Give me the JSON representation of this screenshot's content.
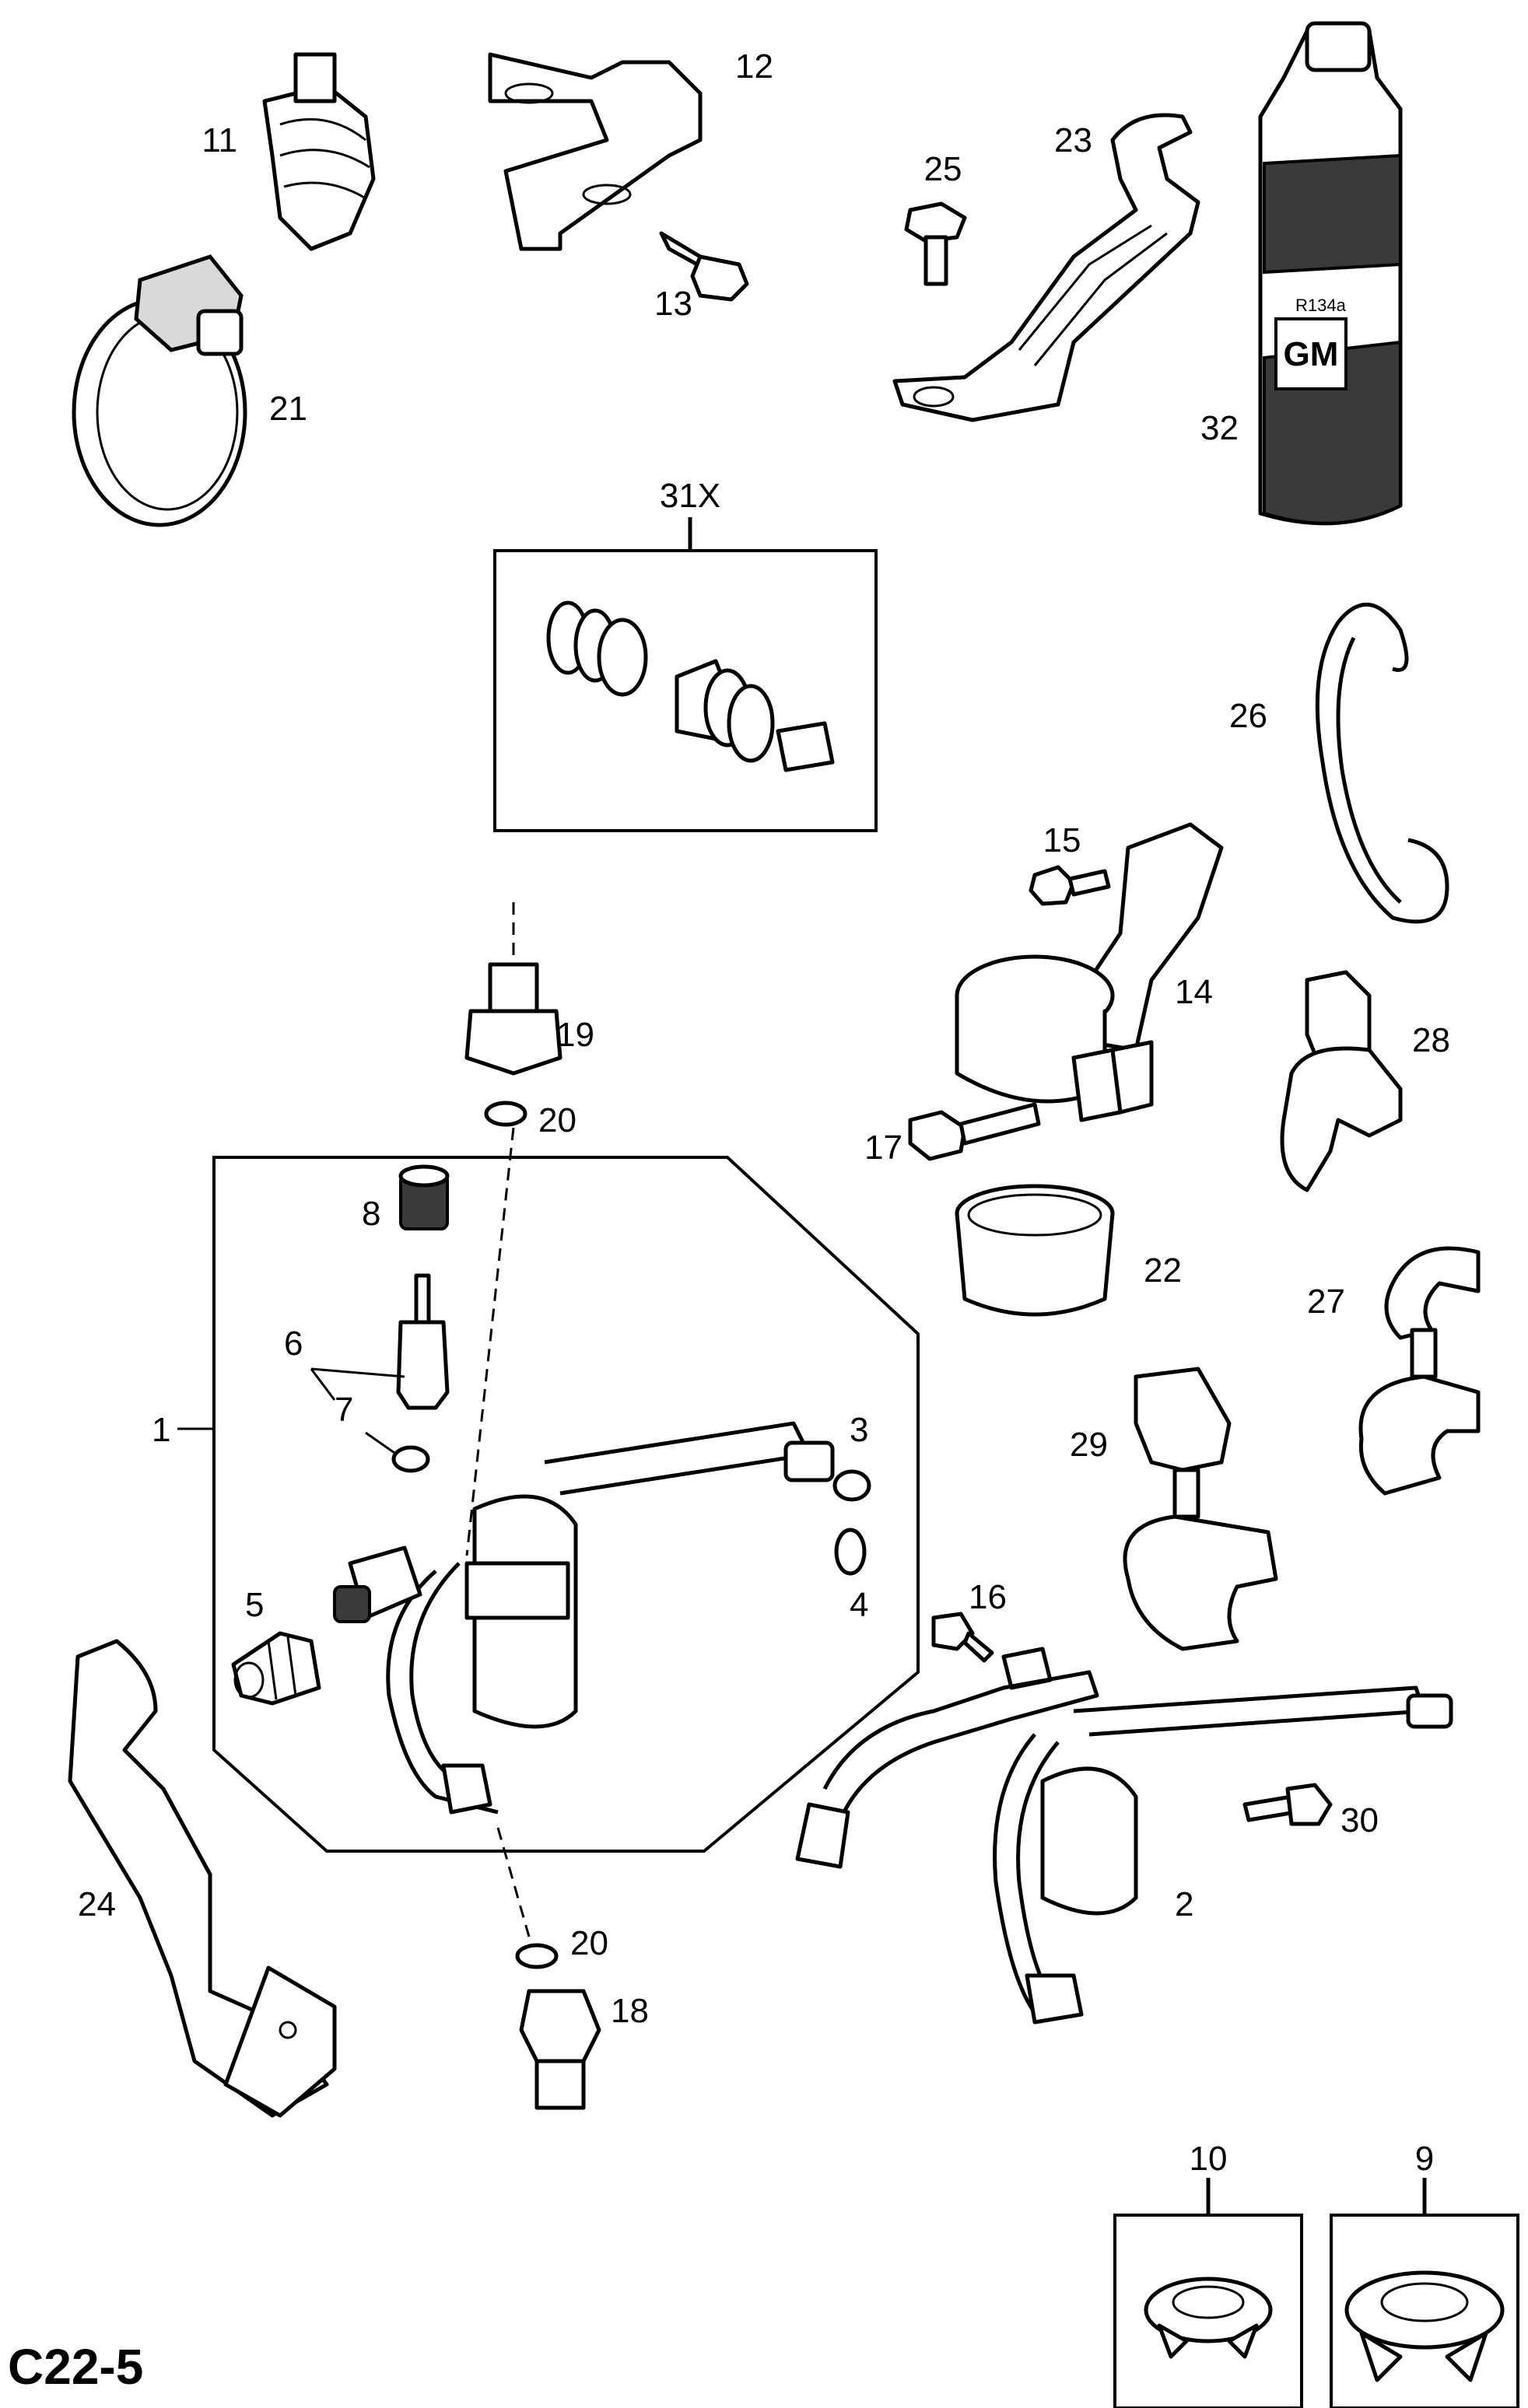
{
  "diagram": {
    "page_code": "C22-5",
    "callouts": {
      "p1": "1",
      "p2": "2",
      "p3": "3",
      "p4": "4",
      "p5": "5",
      "p6": "6",
      "p7": "7",
      "p8": "8",
      "p9": "9",
      "p10": "10",
      "p11": "11",
      "p12": "12",
      "p13": "13",
      "p14": "14",
      "p15": "15",
      "p16": "16",
      "p17": "17",
      "p18": "18",
      "p19": "19",
      "p20a": "20",
      "p20b": "20",
      "p21": "21",
      "p22": "22",
      "p23": "23",
      "p24": "24",
      "p25": "25",
      "p26": "26",
      "p27": "27",
      "p28": "28",
      "p29": "29",
      "p30": "30",
      "p31x": "31X",
      "p32": "32"
    },
    "can_logo": "GM",
    "can_print": "R134a"
  }
}
